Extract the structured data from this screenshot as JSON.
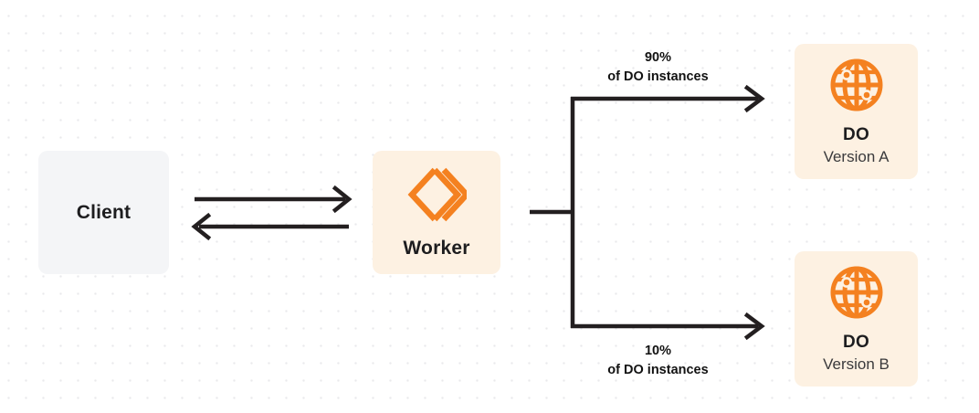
{
  "diagram": {
    "nodes": {
      "client": {
        "title": "Client",
        "icon": "none"
      },
      "worker": {
        "title": "Worker",
        "icon": "cloudflare-workers-icon"
      },
      "do_a": {
        "title": "DO",
        "subtitle": "Version A",
        "icon": "globe-icon"
      },
      "do_b": {
        "title": "DO",
        "subtitle": "Version B",
        "icon": "globe-icon"
      }
    },
    "edges": {
      "client_to_worker": {
        "arrow": "arrow-right-icon"
      },
      "worker_to_client": {
        "arrow": "arrow-left-icon"
      },
      "worker_to_do_a": {
        "percent": "90%",
        "description": "of DO instances",
        "arrow": "arrow-right-icon"
      },
      "worker_to_do_b": {
        "percent": "10%",
        "description": "of DO instances",
        "arrow": "arrow-right-icon"
      }
    },
    "colors": {
      "accent_orange": "#f48120",
      "node_cream": "#fdf1e2",
      "node_gray": "#f4f5f7",
      "line_dark": "#231f20",
      "text_dark": "#1d1d1f",
      "grid_dot": "#e9e9ec",
      "background": "#ffffff"
    }
  }
}
